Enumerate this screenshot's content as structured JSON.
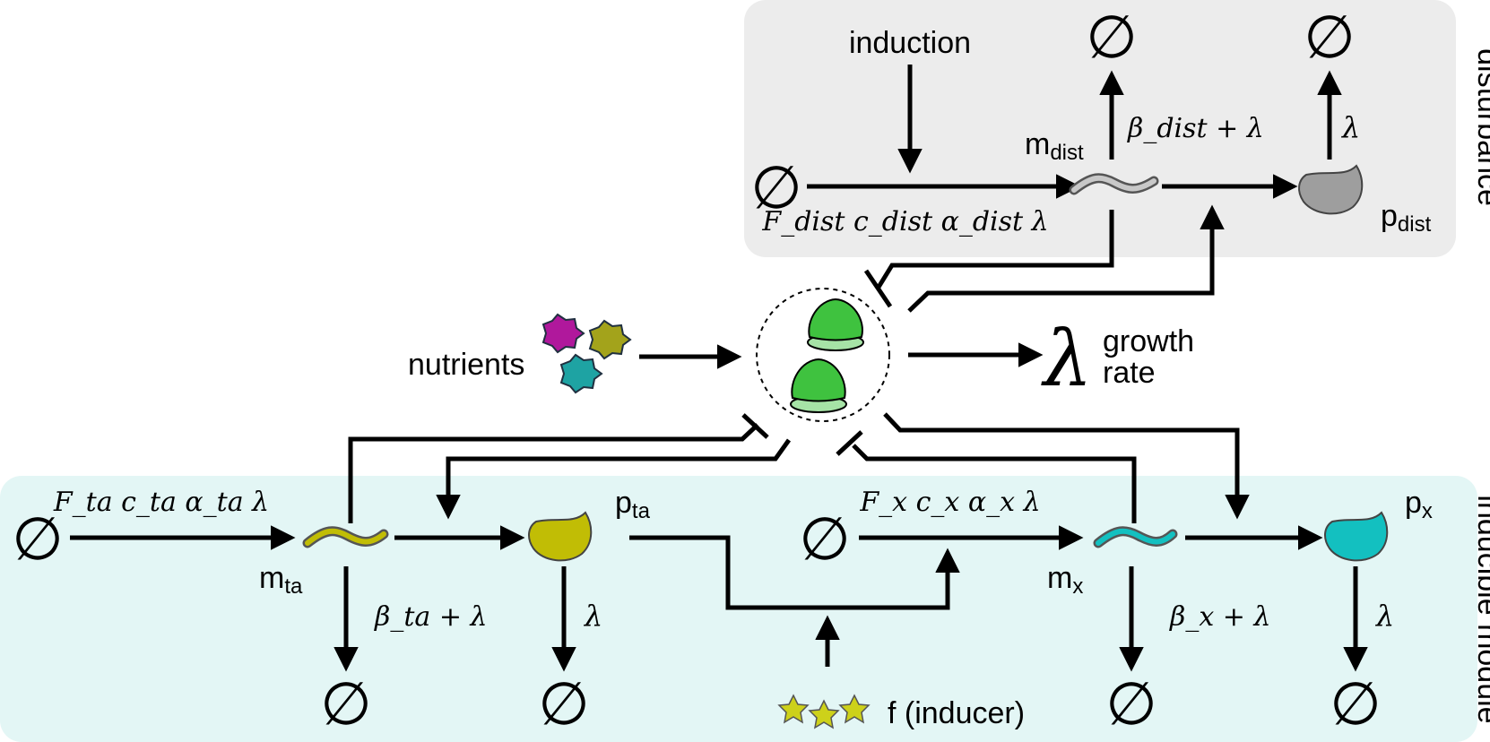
{
  "colors": {
    "disturbance_panel": "#ececec",
    "inducible_panel": "#e3f6f5",
    "p_ta_protein": "#c1bd05",
    "p_x_protein": "#13c0c0",
    "p_dist_protein": "#9e9e9e",
    "ribosome_large": "#3fc23f",
    "ribosome_small": "#a6e3a6",
    "nutrient_magenta": "#b0189c",
    "nutrient_olive": "#a3a31b",
    "nutrient_teal": "#1ea3a3",
    "inducer_star": "#cdd11a"
  },
  "panels": {
    "disturbance": "disturbance",
    "inducible": "inducible module"
  },
  "null_symbol": "∅",
  "disturbance": {
    "induction": "induction",
    "transcription_rate": "F_dist c_dist α_dist λ",
    "m_dist_label": "m",
    "m_dist_sub": "dist",
    "p_dist_label": "p",
    "p_dist_sub": "dist",
    "mrna_decay_rate": "β_dist + λ",
    "protein_dilution_rate": "λ"
  },
  "center": {
    "nutrients": "nutrients",
    "growth_symbol": "λ",
    "growth_line1": "growth",
    "growth_line2": "rate"
  },
  "inducible": {
    "ta_transcription_rate": "F_ta c_ta α_ta λ",
    "m_ta_label": "m",
    "m_ta_sub": "ta",
    "p_ta_label": "p",
    "p_ta_sub": "ta",
    "m_ta_decay_rate": "β_ta + λ",
    "p_ta_dilution_rate": "λ",
    "x_transcription_rate": "F_x c_x α_x λ",
    "m_x_label": "m",
    "m_x_sub": "x",
    "p_x_label": "p",
    "p_x_sub": "x",
    "m_x_decay_rate": "β_x + λ",
    "p_x_dilution_rate": "λ",
    "inducer": "f (inducer)"
  }
}
